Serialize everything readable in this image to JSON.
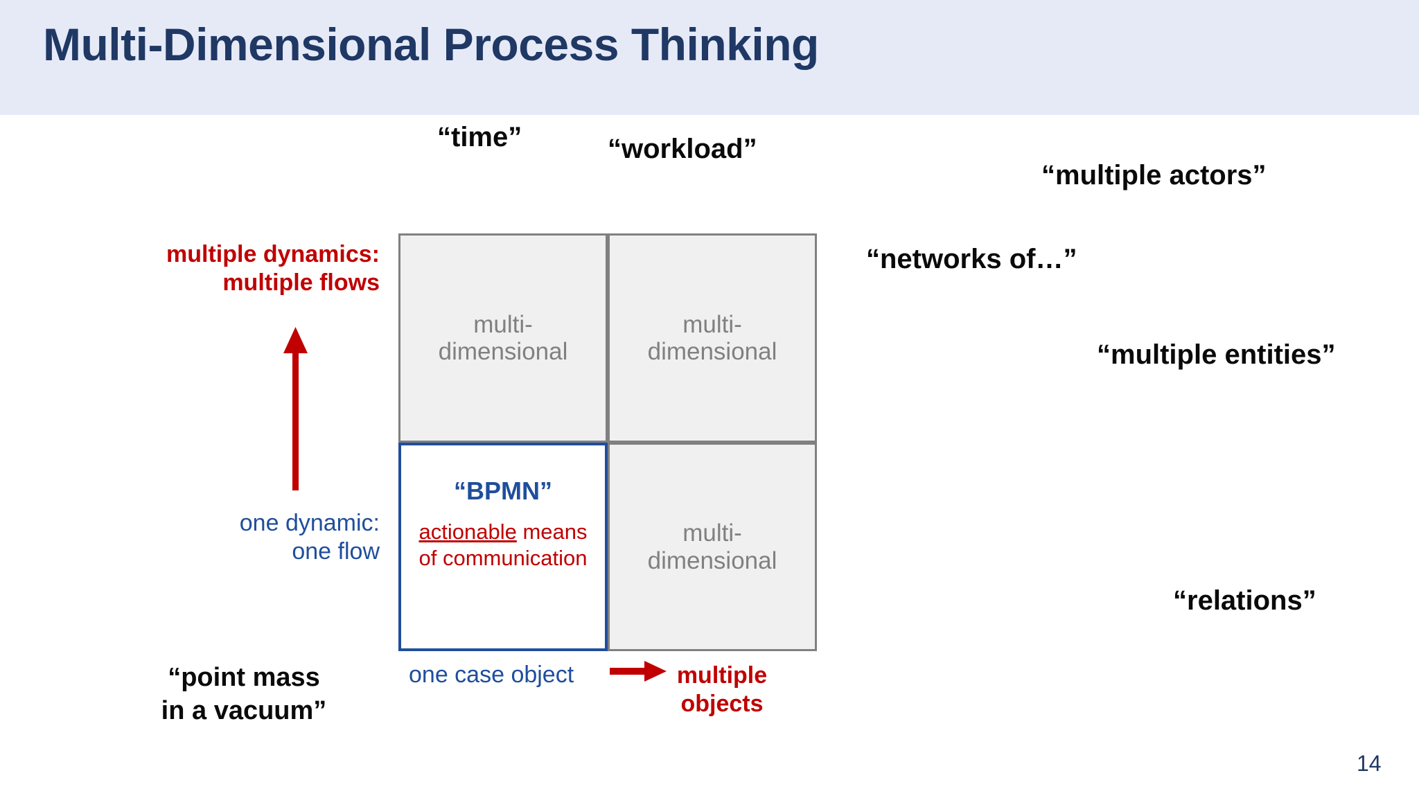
{
  "slide": {
    "title": "Multi-Dimensional Process Thinking",
    "page_number": "14"
  },
  "axes": {
    "top_labels": [
      {
        "name": "time",
        "text": "“time”"
      },
      {
        "name": "workload",
        "text": "“workload”"
      }
    ],
    "y_axis": {
      "high_line1": "multiple dynamics:",
      "high_line2": "multiple flows",
      "low_line1": "one dynamic:",
      "low_line2": "one flow",
      "arrow_color": "#C00000"
    },
    "x_axis": {
      "low": "one case object",
      "high_line1": "multiple",
      "high_line2": "objects",
      "arrow_color": "#C00000"
    }
  },
  "matrix": {
    "top_left": {
      "line1": "multi-",
      "line2": "dimensional"
    },
    "top_right": {
      "line1": "multi-",
      "line2": "dimensional"
    },
    "bottom_right": {
      "line1": "multi-",
      "line2": "dimensional"
    },
    "bottom_left": {
      "title": "“BPMN”",
      "sub_underlined": "actionable",
      "sub_rest": " means",
      "sub_line2": "of communication"
    }
  },
  "annotations": {
    "point_mass_line1": "“point mass",
    "point_mass_line2": "in a vacuum”",
    "right_side": [
      {
        "name": "multiple-actors",
        "text": "“multiple actors”"
      },
      {
        "name": "networks-of",
        "text": "“networks of…”"
      },
      {
        "name": "multiple-entities",
        "text": "“multiple entities”"
      },
      {
        "name": "relations",
        "text": "“relations”"
      }
    ]
  },
  "colors": {
    "banner": "#E6EAF7",
    "title": "#1F3864",
    "red": "#C00000",
    "blue": "#1F4E9C",
    "cell_gray": "#808080",
    "cell_fill": "#F0F0F0"
  }
}
